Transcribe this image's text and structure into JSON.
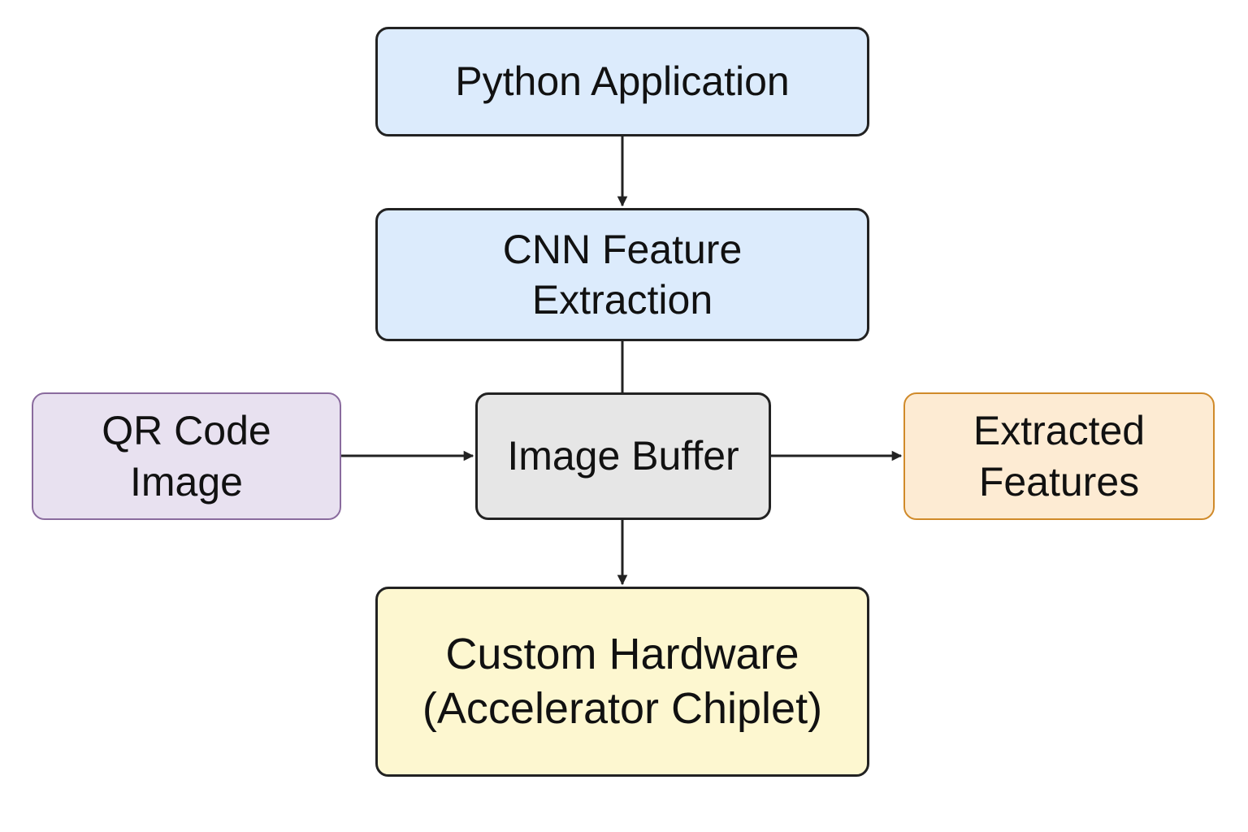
{
  "colors": {
    "stroke": "#222222",
    "blue_fill": "#dcebfc",
    "purple_fill": "#e8e1f0",
    "purple_border": "#8a6b9e",
    "gray_fill": "#e6e6e6",
    "orange_fill": "#fdebd3",
    "orange_border": "#d08a2a",
    "yellow_fill": "#fdf7d0"
  },
  "nodes": {
    "python_app": {
      "label": "Python Application"
    },
    "cnn": {
      "label": "CNN Feature\nExtraction"
    },
    "qr_code": {
      "label": "QR Code\nImage"
    },
    "image_buffer": {
      "label": "Image Buffer"
    },
    "extracted": {
      "label": "Extracted\nFeatures"
    },
    "hardware": {
      "label": "Custom Hardware\n(Accelerator Chiplet)"
    }
  },
  "edges": [
    {
      "from": "python_app",
      "to": "cnn",
      "arrow": true
    },
    {
      "from": "cnn",
      "to": "image_buffer",
      "arrow": false
    },
    {
      "from": "qr_code",
      "to": "image_buffer",
      "arrow": true
    },
    {
      "from": "image_buffer",
      "to": "extracted",
      "arrow": true
    },
    {
      "from": "image_buffer",
      "to": "hardware",
      "arrow": true
    }
  ]
}
